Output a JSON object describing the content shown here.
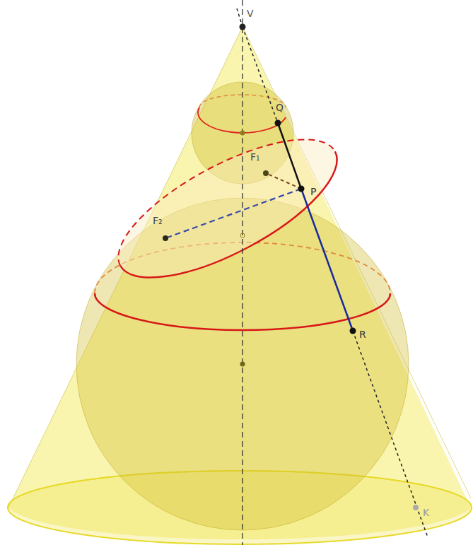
{
  "diagram": {
    "labels": [
      "V",
      "Q",
      "F₁",
      "P",
      "F₂",
      "R",
      "K"
    ]
  }
}
